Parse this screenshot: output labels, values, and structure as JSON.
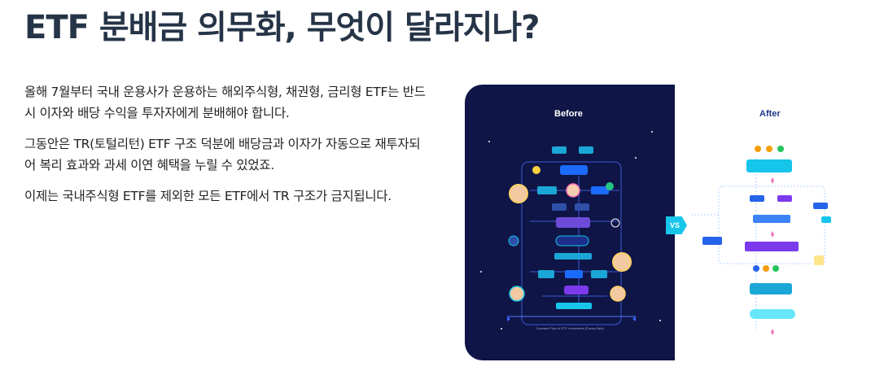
{
  "article": {
    "title": "ETF 분배금 의무화, 무엇이 달라지나?",
    "paragraphs": [
      "올해 7월부터 국내 운용사가 운용하는 해외주식형, 채권형, 금리형 ETF는 반드시 이자와 배당 수익을 투자자에게 분배해야 합니다.",
      "그동안은 TR(토털리턴) ETF 구조 덕분에 배당금과 이자가 자동으로 재투자되어 복리 효과와 과세 이연 혜택을 누릴 수 있었죠.",
      "이제는 국내주식형 ETF를 제외한 모든 ETF에서 TR 구조가 금지됩니다."
    ]
  },
  "figure": {
    "before_label": "Before",
    "after_label": "After",
    "vs_label": "VS",
    "before_caption": "Constant Flow of ETF Investment (Factoy Bed)",
    "colors": {
      "before_bg": "#0f1546",
      "after_bg": "#ffffff",
      "accent": "#16c5ea",
      "node_blue": "#2563eb",
      "node_purple": "#7c3aed"
    }
  }
}
